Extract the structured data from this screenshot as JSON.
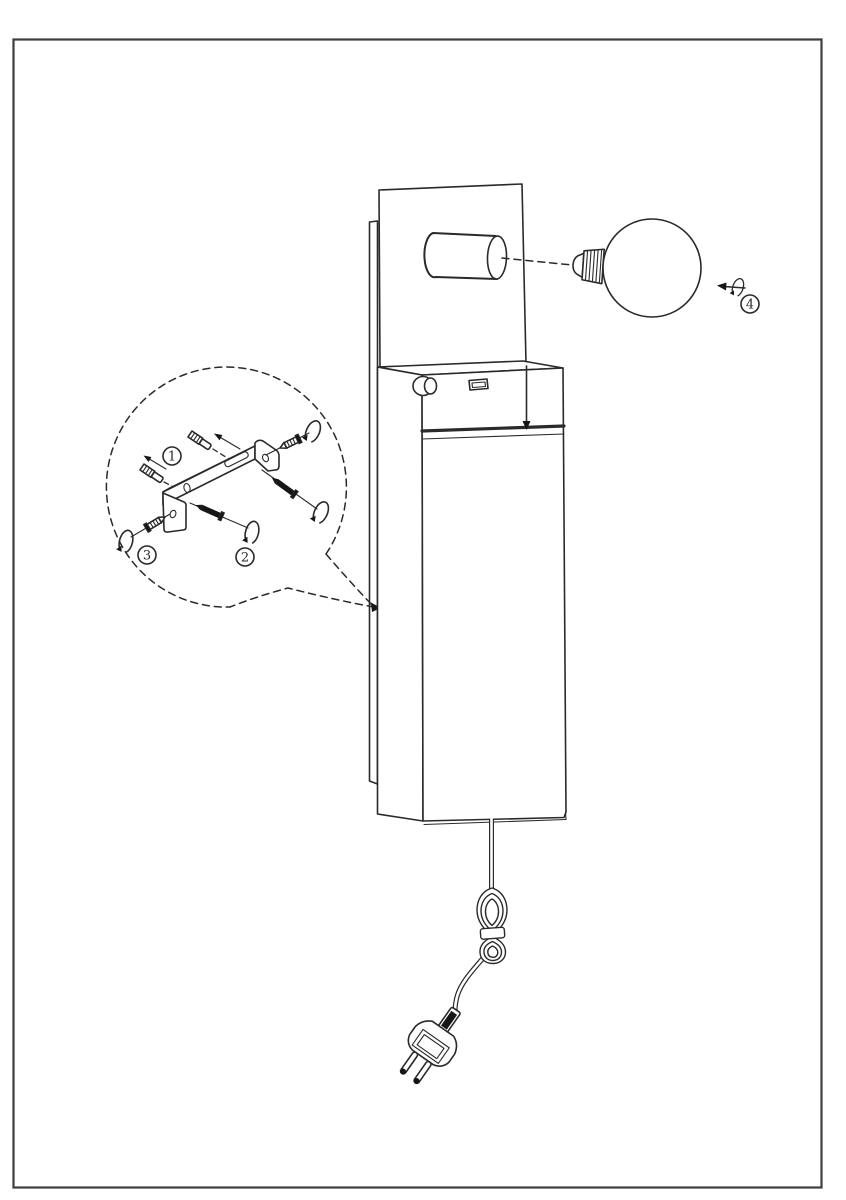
{
  "colors": {
    "background": "#ffffff",
    "line": "#2a2a2a",
    "fill_dark": "#161616",
    "border": "#3e3e3e"
  },
  "assembly": {
    "markers": [
      {
        "label": "1"
      },
      {
        "label": "2"
      },
      {
        "label": "3"
      },
      {
        "label": "4"
      }
    ]
  }
}
